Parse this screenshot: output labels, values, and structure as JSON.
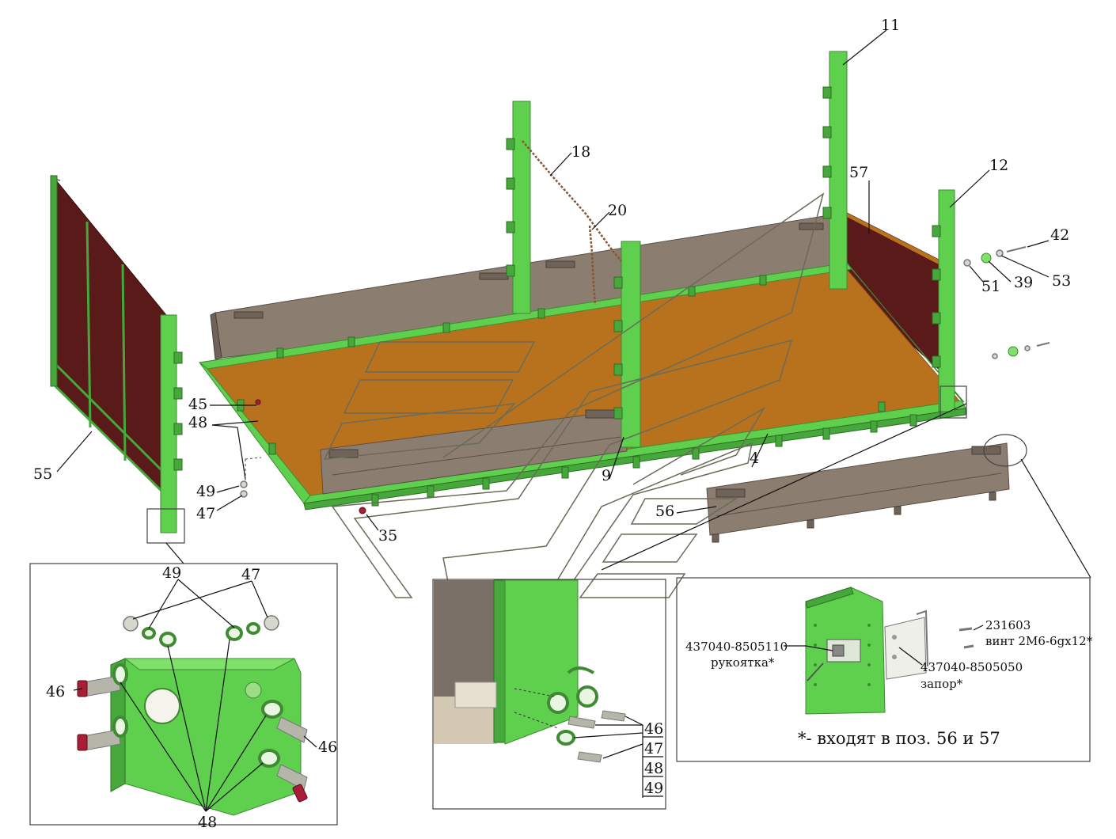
{
  "callouts": {
    "p11": "11",
    "p12": "12",
    "p18": "18",
    "p20": "20",
    "p57": "57",
    "p42": "42",
    "p51": "51",
    "p39": "39",
    "p53": "53",
    "p45": "45",
    "p48": "48",
    "p49": "49",
    "p47": "47",
    "p55": "55",
    "p35": "35",
    "p9": "9",
    "p4": "4",
    "p56": "56"
  },
  "inset_left": {
    "label_49": "49",
    "label_47": "47",
    "label_46_left": "46",
    "label_46_right": "46",
    "label_48": "48"
  },
  "inset_middle": {
    "label_46": "46",
    "label_47": "47",
    "label_48": "48",
    "label_49": "49"
  },
  "inset_right": {
    "handle_code": "437040-8505110",
    "handle_name": "рукоятка*",
    "screw_code": "231603",
    "screw_name": "винт 2М6-6gх12*",
    "lock_code": "437040-8505050",
    "lock_name": "запор*",
    "footnote": "*- входят в поз. 56 и 57"
  },
  "colors": {
    "frame_green": "#5fcf4e",
    "floor_orange": "#b8721e",
    "board_grey": "#8b7d70",
    "gate_maroon": "#5a1a1a",
    "bolt_red": "#a81e36"
  }
}
